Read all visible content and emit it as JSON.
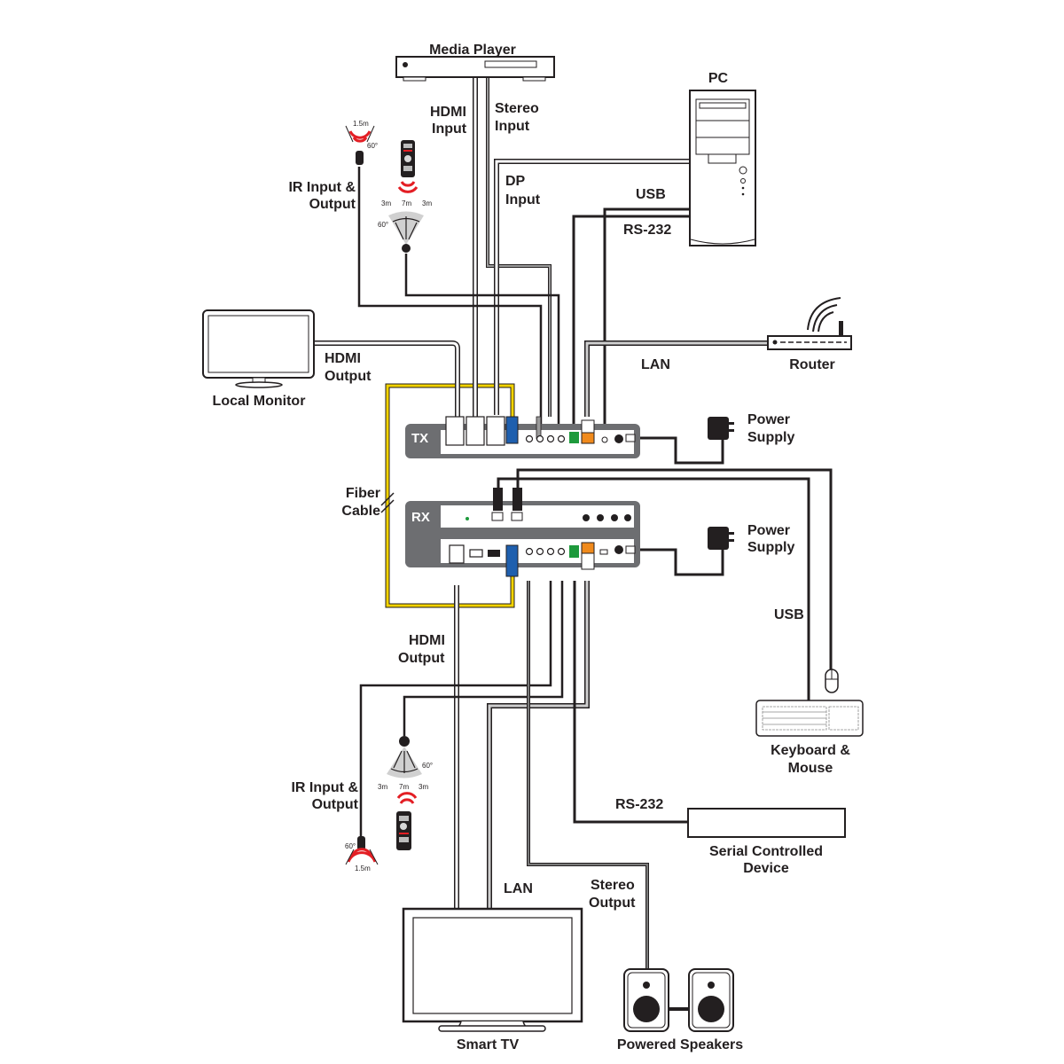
{
  "diagram": {
    "colors": {
      "line": "#231f20",
      "cable_gray": "#bcbcbc",
      "fiber": "#f2d200",
      "unit_body": "#6d6e71",
      "ir_red": "#e31e24",
      "sfp_blue": "#1f5fae",
      "terminal_green": "#1e9a3c",
      "lan_orange": "#f08a1c"
    },
    "devices": {
      "media_player": "Media Player",
      "pc": "PC",
      "router": "Router",
      "local_monitor": "Local Monitor",
      "power_supply_tx": [
        "Power",
        "Supply"
      ],
      "power_supply_rx": [
        "Power",
        "Supply"
      ],
      "keyboard_mouse": [
        "Keyboard &",
        "Mouse"
      ],
      "serial_device": [
        "Serial Controlled",
        "Device"
      ],
      "smart_tv": "Smart TV",
      "powered_speakers": "Powered Speakers",
      "tx_unit": "TX",
      "rx_unit": "RX"
    },
    "cables": {
      "hdmi_input": [
        "HDMI",
        "Input"
      ],
      "stereo_input": [
        "Stereo",
        "Input"
      ],
      "dp_input": [
        "DP",
        "Input"
      ],
      "usb_top": "USB",
      "rs232_top": "RS-232",
      "lan_top": "LAN",
      "hdmi_output_top": [
        "HDMI",
        "Output"
      ],
      "ir_top": [
        "IR Input &",
        "Output"
      ],
      "fiber": [
        "Fiber",
        "Cable"
      ],
      "usb_bottom": "USB",
      "hdmi_output_bottom": [
        "HDMI",
        "Output"
      ],
      "ir_bottom": [
        "IR Input &",
        "Output"
      ],
      "rs232_bottom": "RS-232",
      "lan_bottom": "LAN",
      "stereo_output": [
        "Stereo",
        "Output"
      ]
    },
    "ir_specs": {
      "emitter_range": "1.5m",
      "angle": "60°",
      "side_range": "3m",
      "center_range": "7m"
    }
  }
}
